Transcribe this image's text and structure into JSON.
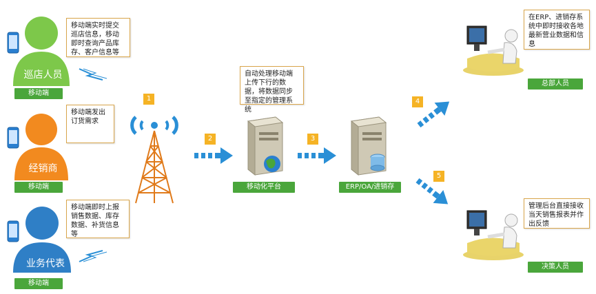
{
  "roles": [
    {
      "name": "巡店人员",
      "tag": "移动端",
      "color": "#7dc84a",
      "bubble": "移动端实时提交巡店信息，移动即时查询产品库存、客户信息等"
    },
    {
      "name": "经销商",
      "tag": "移动端",
      "color": "#f28a1f",
      "bubble": "移动端发出订货需求"
    },
    {
      "name": "业务代表",
      "tag": "移动端",
      "color": "#2f7fc6",
      "bubble": "移动端即时上报销售数据、库存数据、补货信息等"
    }
  ],
  "steps": [
    "1",
    "2",
    "3",
    "4",
    "5"
  ],
  "platform": {
    "tag": "移动化平台",
    "bubble": "自动处理移动端上传下行的数据，将数据同步至指定的管理系统"
  },
  "erp": {
    "tag": "ERP/OA/进销存"
  },
  "hq": {
    "tag": "总部人员",
    "bubble": "在ERP、进销存系统中即时接收各地最新营业数据和信息"
  },
  "decision": {
    "tag": "决策人员",
    "bubble": "管理后台直接接收当天销售报表并作出反馈"
  },
  "colors": {
    "accent": "#2a8fd6",
    "tag_green": "#4aa63b",
    "number_orange": "#f5b325",
    "bubble_border": "#d9a54a"
  }
}
